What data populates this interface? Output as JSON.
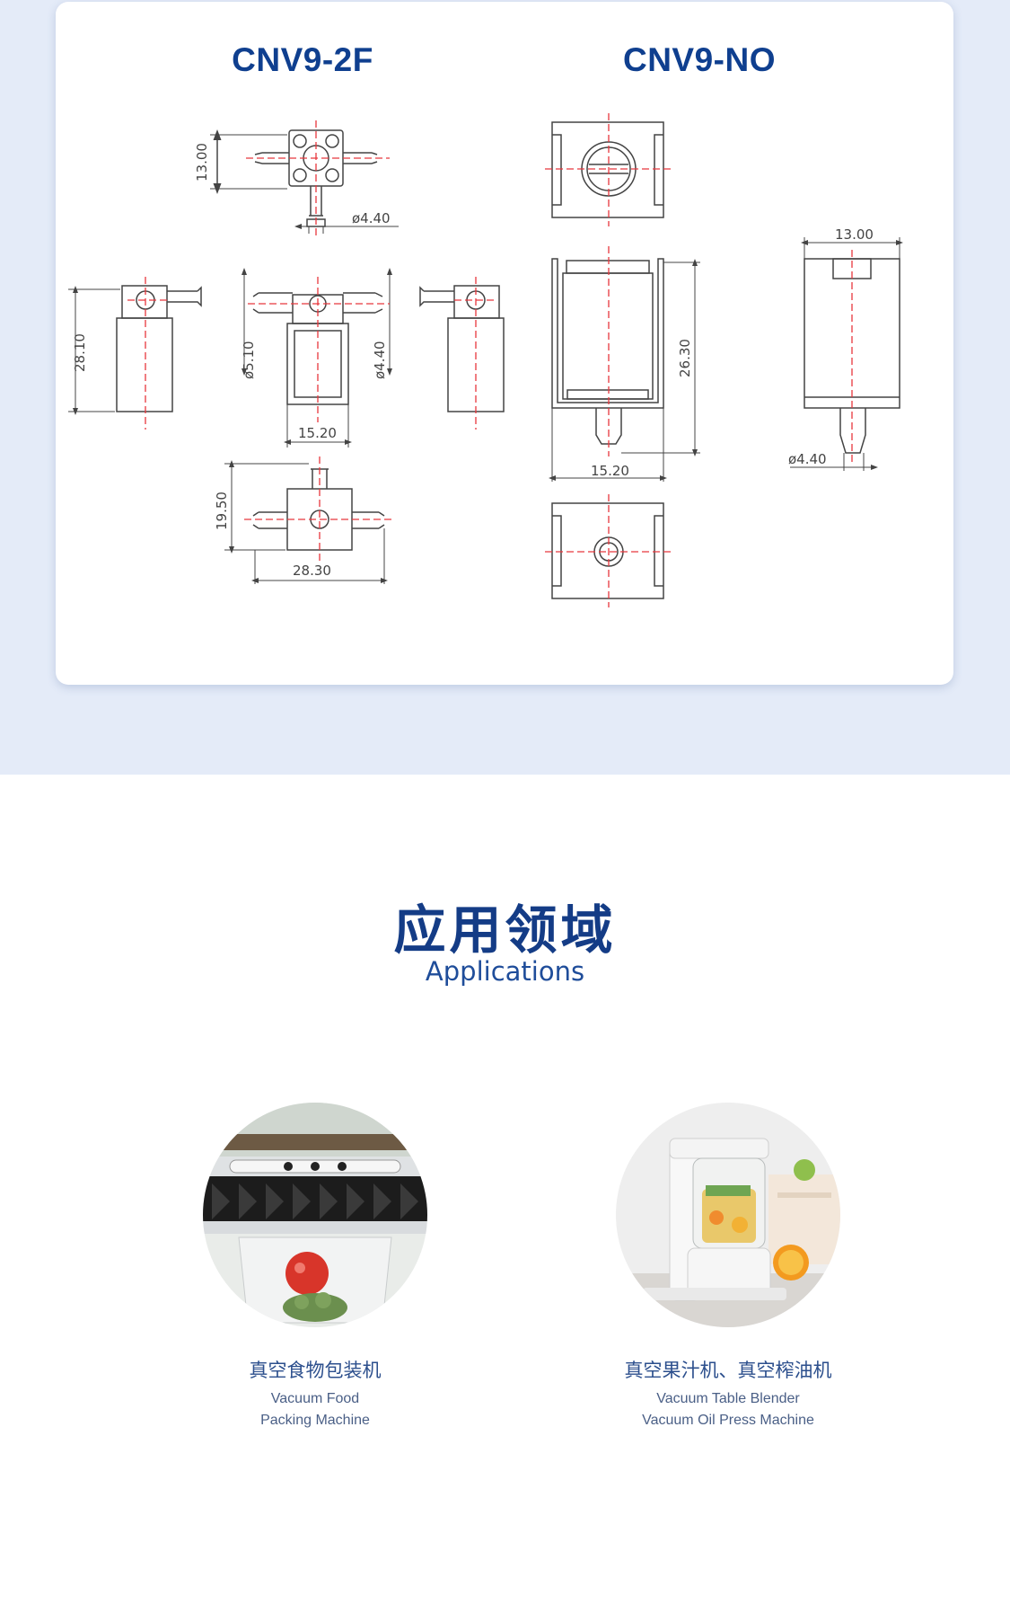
{
  "drawings": {
    "left_model": "CNV9-2F",
    "right_model": "CNV9-NO",
    "left_dims": {
      "top_height": "13.00",
      "top_nozzle": "ø4.40",
      "body_height": "28.10",
      "left_port": "ø5.10",
      "right_port": "ø4.40",
      "body_width": "15.20",
      "base_height": "19.50",
      "base_width": "28.30"
    },
    "right_dims": {
      "total_height": "26.30",
      "body_width": "15.20",
      "side_width": "13.00",
      "nozzle": "ø4.40"
    }
  },
  "section": {
    "title": "应用领域",
    "subtitle": "Applications"
  },
  "applications": [
    {
      "zh": "真空食物包装机",
      "en_line1": "Vacuum Food",
      "en_line2": "Packing Machine",
      "photo_icon": "vacuum-sealer-photo"
    },
    {
      "zh": "真空果汁机、真空榨油机",
      "en_line1": "Vacuum Table Blender",
      "en_line2": "Vacuum Oil Press Machine",
      "photo_icon": "blender-photo"
    }
  ],
  "colors": {
    "band": "#e4ebf8",
    "accent": "#0f3f8f",
    "centerline": "#e8373d"
  }
}
